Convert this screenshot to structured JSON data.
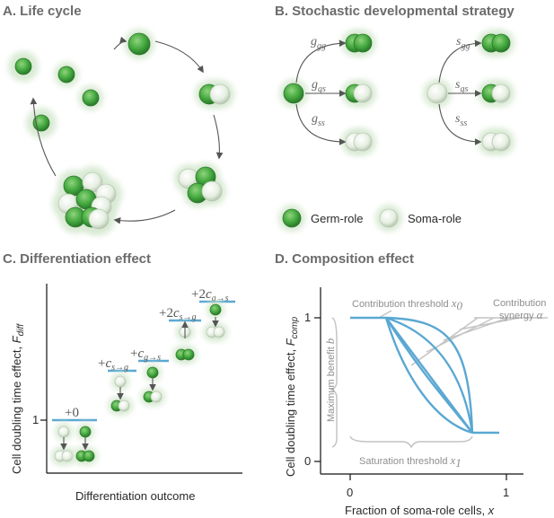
{
  "panels": {
    "a_title": "A. Life cycle",
    "b_title": "B. Stochastic developmental strategy",
    "c_title": "C. Differentiation effect",
    "d_title": "D. Composition effect"
  },
  "panel_b": {
    "germ_probs": [
      {
        "main": "g",
        "sub": "gg"
      },
      {
        "main": "g",
        "sub": "gs"
      },
      {
        "main": "g",
        "sub": "ss"
      }
    ],
    "soma_probs": [
      {
        "main": "s",
        "sub": "gg"
      },
      {
        "main": "s",
        "sub": "gs"
      },
      {
        "main": "s",
        "sub": "ss"
      }
    ],
    "legend_germ": "Germ-role",
    "legend_soma": "Soma-role"
  },
  "panel_c": {
    "ylabel": "Cell doubling time effect, ",
    "ylabel_var": "F",
    "ylabel_sub": "diff",
    "xlabel": "Differentiation outcome",
    "ytick": "1",
    "costs": [
      {
        "coef": "+0",
        "sym": "",
        "sub": ""
      },
      {
        "coef": "+",
        "sym": "c",
        "sub": "s→g"
      },
      {
        "coef": "+",
        "sym": "c",
        "sub": "g→s"
      },
      {
        "coef": "+2",
        "sym": "c",
        "sub": "s→g"
      },
      {
        "coef": "+2",
        "sym": "c",
        "sub": "g→s"
      }
    ]
  },
  "panel_d": {
    "ylabel": "Cell doubling time effect, ",
    "ylabel_var": "F",
    "ylabel_sub": "comp",
    "xlabel": "Fraction of soma-role cells, ",
    "xlabel_var": "x",
    "xticks": [
      "0",
      "1"
    ],
    "yticks": [
      "0",
      "1"
    ],
    "contribution_threshold": "Contribution threshold ",
    "contribution_threshold_var": "x",
    "contribution_threshold_sub": "0",
    "contribution_synergy_1": "Contribution",
    "contribution_synergy_2": "synergy ",
    "contribution_synergy_var": "α",
    "maximum_benefit": "Maximum benefit ",
    "maximum_benefit_var": "b",
    "saturation_threshold": "Saturation threshold ",
    "saturation_threshold_var": "x",
    "saturation_threshold_sub": "1"
  },
  "colors": {
    "germ": "#3fa33f",
    "soma": "#e4efe0",
    "halo": "#d9ead4",
    "curve": "#5aa8d2",
    "gray": "#c4c4c4"
  }
}
